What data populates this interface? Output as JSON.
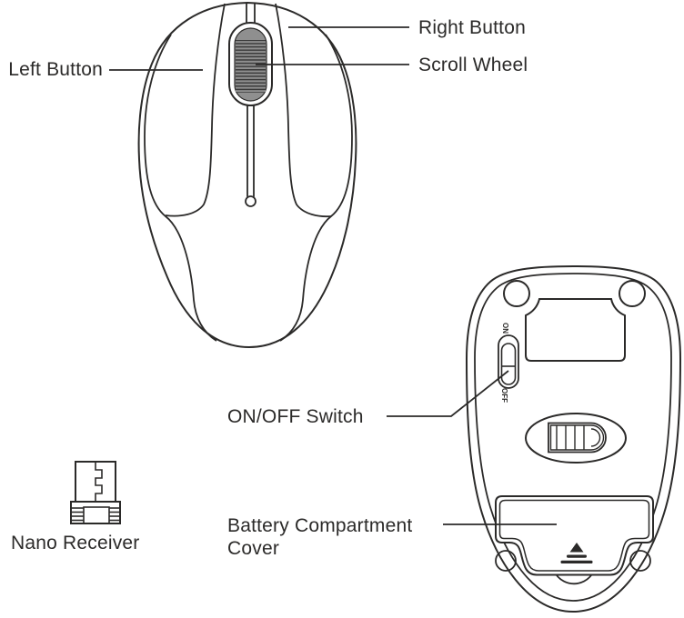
{
  "figure": {
    "type": "device-diagram",
    "device": "wireless-mouse-manual-illustration"
  },
  "labels": {
    "right_button": "Right Button",
    "scroll_wheel": "Scroll Wheel",
    "left_button": "Left Button",
    "on_off_switch": "ON/OFF Switch",
    "battery_line1": "Battery Compartment",
    "battery_line2": "Cover",
    "nano_receiver": "Nano Receiver",
    "switch_on": "ON",
    "switch_off": "OFF"
  },
  "colors": {
    "ink": "#2b2a29",
    "background": "#ffffff",
    "wheel_fill": "#8f8f8f",
    "wheel_ridge": "#3a3a3a"
  }
}
